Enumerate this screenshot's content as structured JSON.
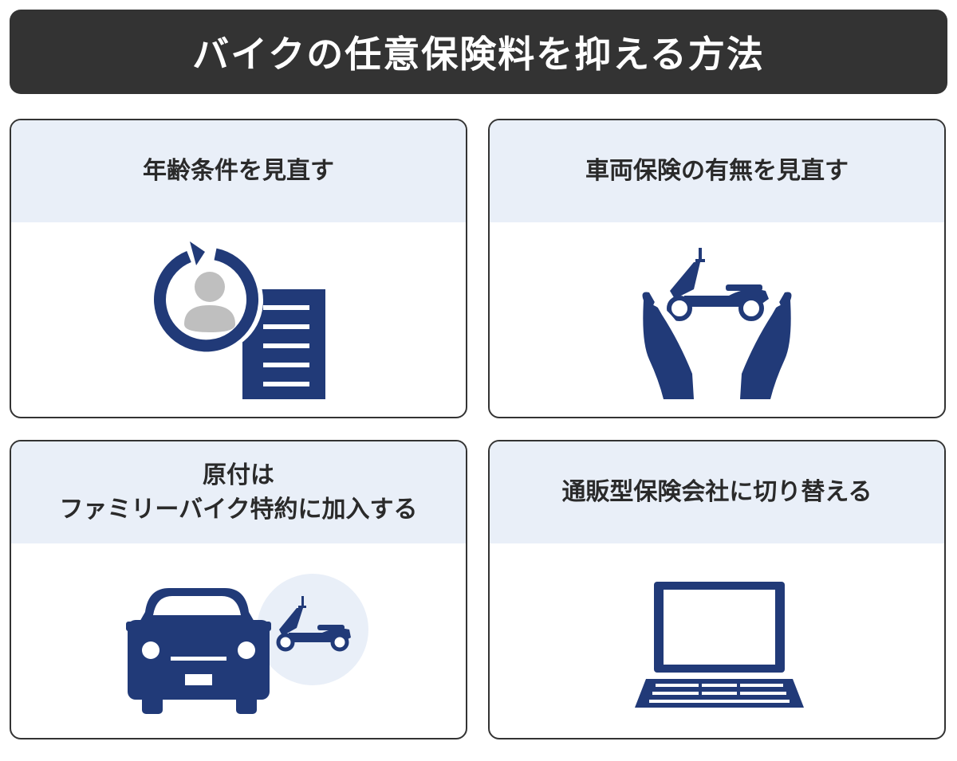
{
  "title": "バイクの任意保険料を抑える方法",
  "colors": {
    "title_bg": "#333333",
    "card_header_bg": "#e9eff8",
    "icon_navy": "#213a78",
    "icon_gray": "#bfbfbf",
    "circle_bg": "#e9eff8"
  },
  "cards": [
    {
      "label": "年齢条件を見直す",
      "icon": "age-reset-document-icon"
    },
    {
      "label": "車両保険の有無を見直す",
      "icon": "hands-holding-scooter-icon"
    },
    {
      "label_line1": "原付は",
      "label_line2": "ファミリーバイク特約に加入する",
      "icon": "car-with-scooter-icon"
    },
    {
      "label": "通販型保険会社に切り替える",
      "icon": "laptop-icon"
    }
  ]
}
